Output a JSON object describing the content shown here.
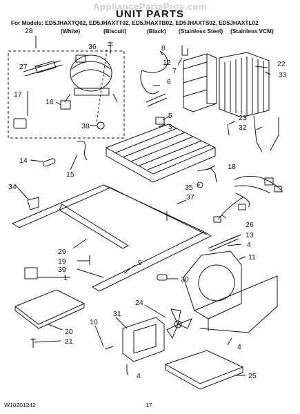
{
  "header": {
    "watermark": "AppliancePartsPros.com",
    "title": "UNIT PARTS",
    "models_line": "For Models: ED5JHAXTQ02, ED5JHAXTT02, ED5JHAXTB02, ED5JHAXTS02, ED5JHAXTL02",
    "finishes": [
      "(White)",
      "(Biscuit)",
      "(Black)",
      "(Stainless Steel)",
      "(Stainless VCM)"
    ]
  },
  "callouts": [
    "28",
    "36",
    "8",
    "12",
    "7",
    "22",
    "33",
    "27",
    "6",
    "17",
    "16",
    "5",
    "3",
    "23",
    "32",
    "38",
    "14",
    "15",
    "18",
    "34",
    "35",
    "37",
    "26",
    "13",
    "4",
    "11",
    "29",
    "19",
    "39",
    "9",
    "1",
    "30",
    "10",
    "31",
    "24",
    "20",
    "21",
    "4",
    "25"
  ],
  "footer": {
    "code": "W10201242",
    "page": "17"
  }
}
